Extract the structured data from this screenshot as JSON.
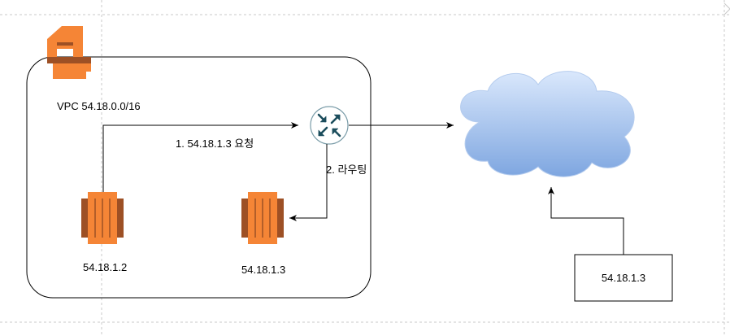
{
  "diagram": {
    "vpc": {
      "label": "VPC 54.18.0.0/16",
      "icon": "aws-vpc-icon"
    },
    "instances": [
      {
        "ip": "54.18.1.2",
        "icon": "aws-ec2-icon"
      },
      {
        "ip": "54.18.1.3",
        "icon": "aws-ec2-icon"
      }
    ],
    "router": {
      "icon": "router-icon"
    },
    "internet": {
      "icon": "cloud-icon"
    },
    "external_host": {
      "ip": "54.18.1.3"
    },
    "steps": [
      {
        "label": "1. 54.18.1.3 요청"
      },
      {
        "label": "2. 라우팅"
      }
    ],
    "colors": {
      "aws_orange": "#F58536",
      "aws_orange_dark": "#9D5025",
      "router_fill": "#FFFFFF",
      "router_arrows": "#1B4D5C",
      "cloud_top": "#DAE8FC",
      "cloud_bottom": "#7EA6E0",
      "grid_dash": "#C8C8C8",
      "line": "#000000"
    }
  }
}
